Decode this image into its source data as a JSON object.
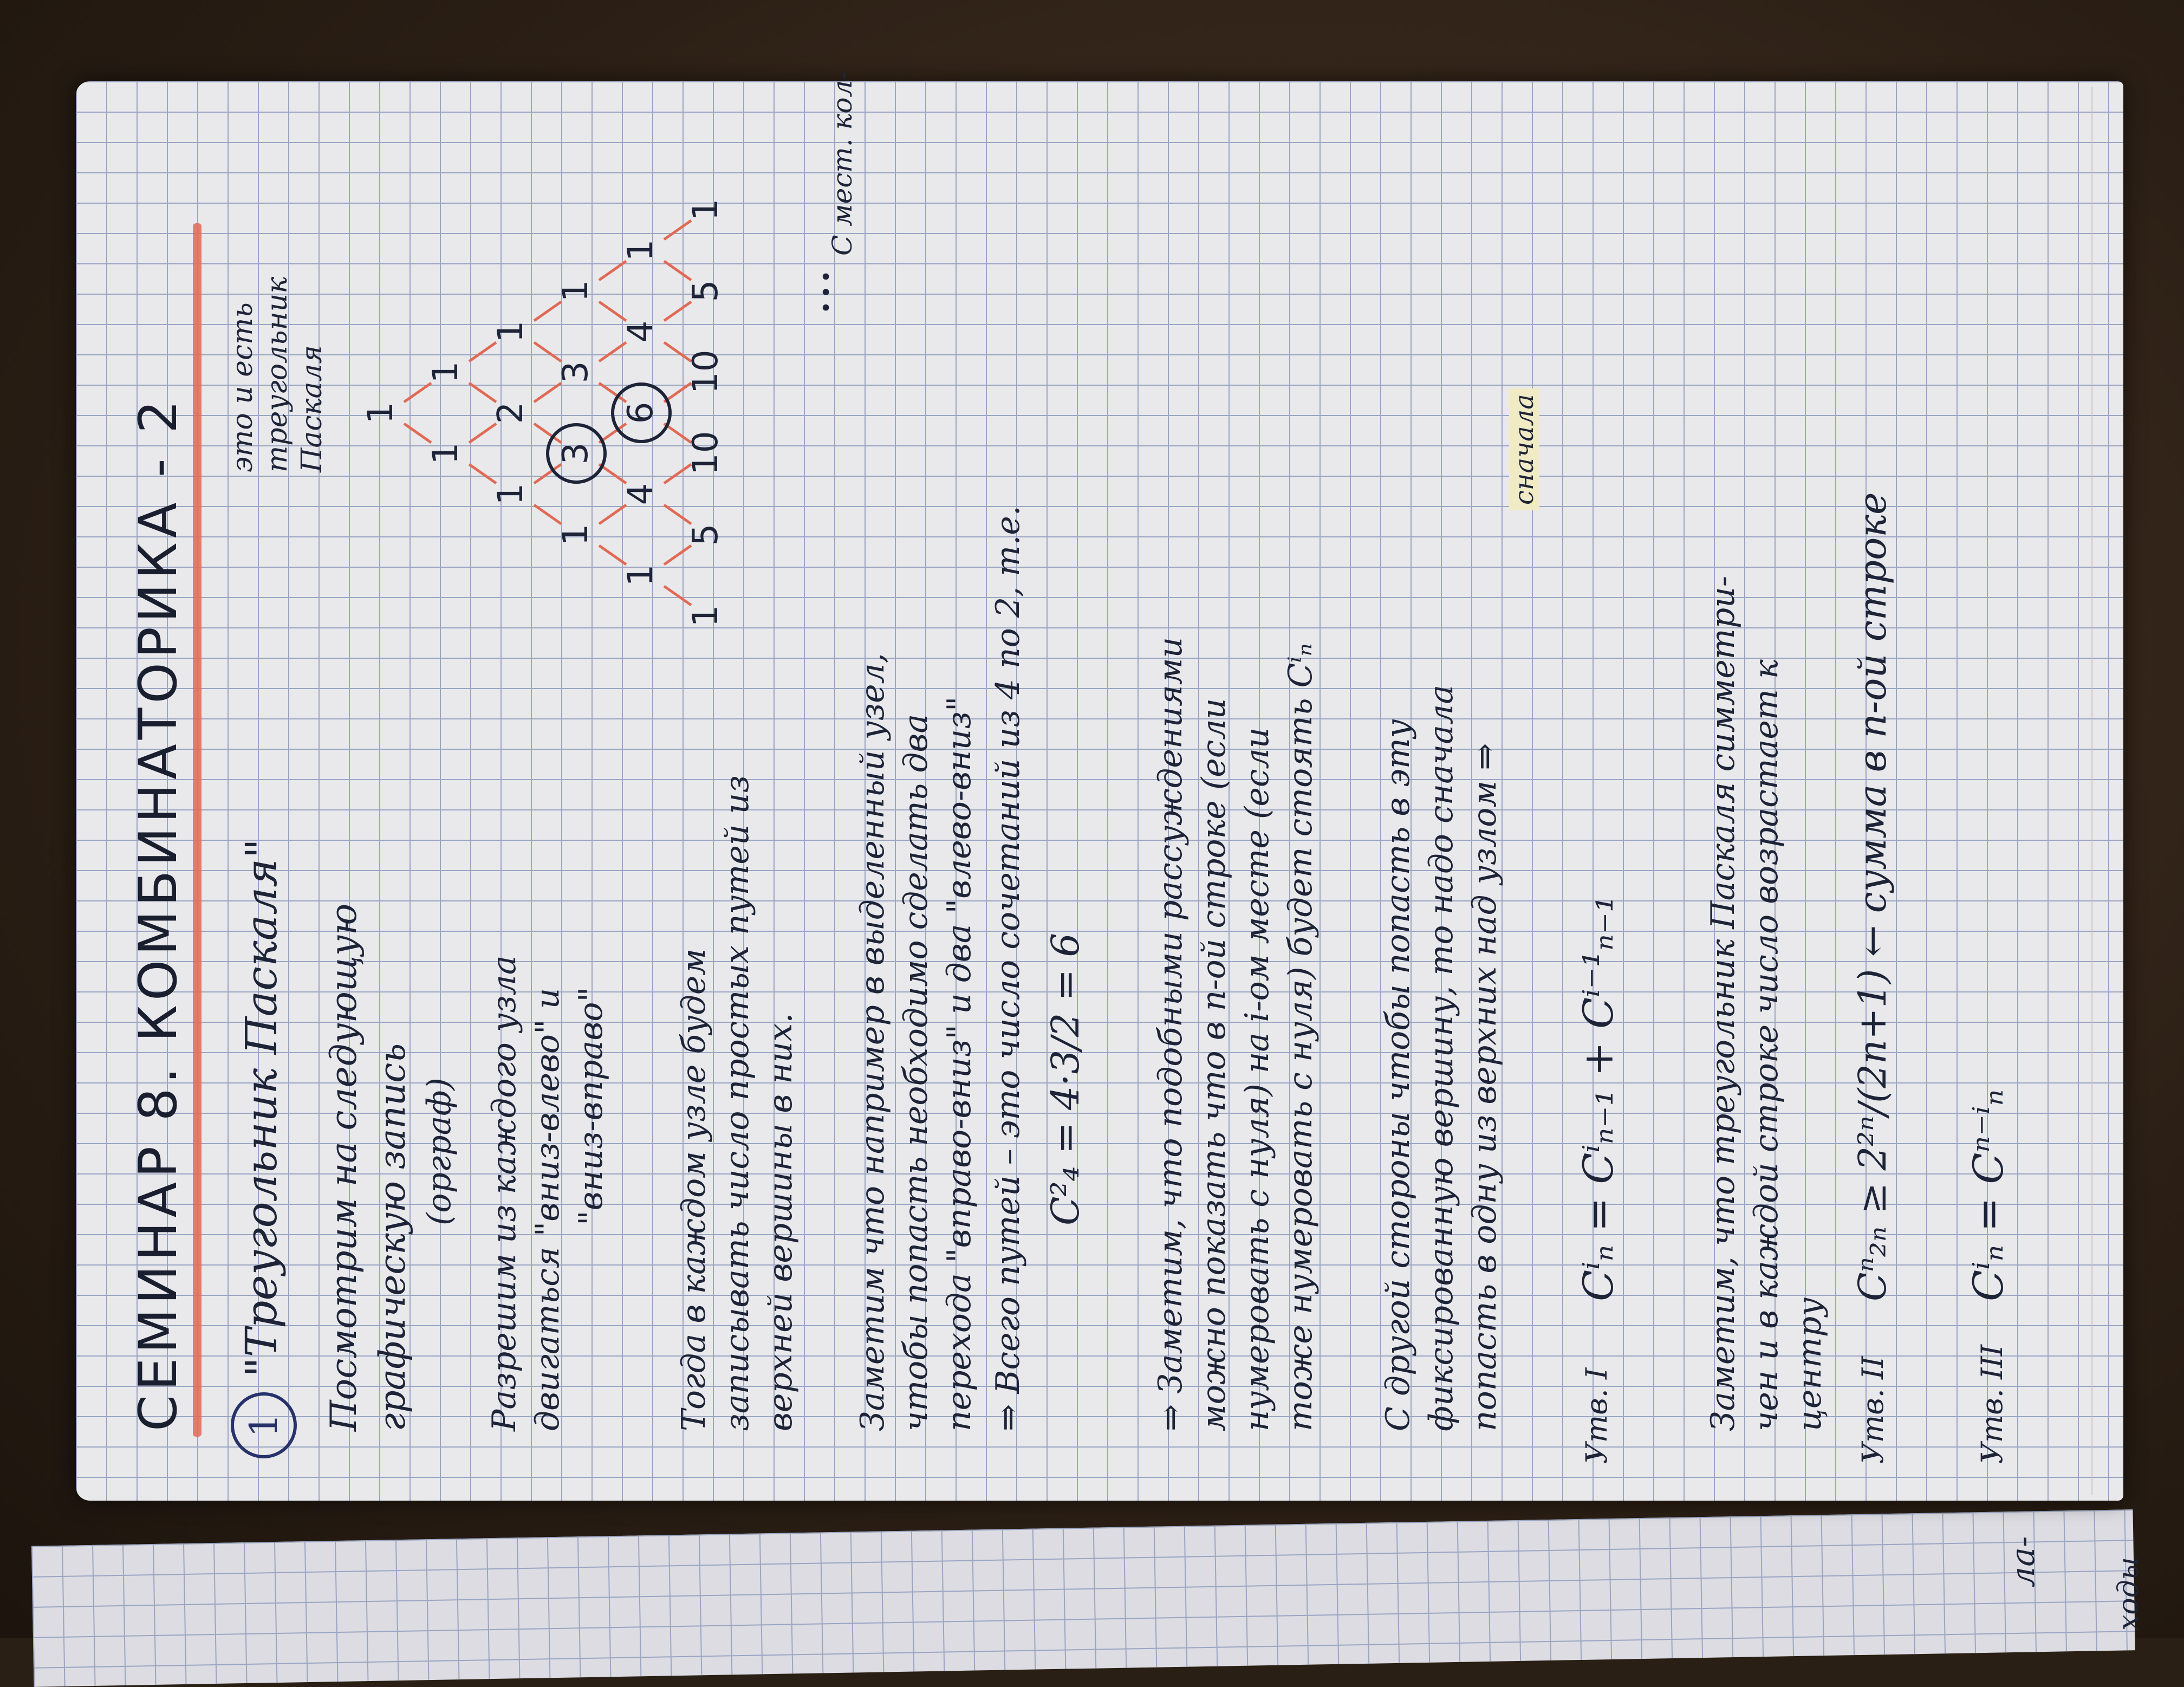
{
  "title": "СЕМИНАР 8. КОМБИНАТОРИКА - 2",
  "section_number": "1",
  "section_heading": "\"Треугольник Паскаля\"",
  "side_note": "это и есть треугольник Паскаля",
  "intro_lines": [
    "Посмотрим на следующую",
    "графическую запись",
    "(орграф)",
    "Разрешим из каждого узла",
    "двигаться \"вниз-влево\" и",
    "\"вниз-вправо\""
  ],
  "triangle_rows": [
    [
      "1"
    ],
    [
      "1",
      "1"
    ],
    [
      "1",
      "2",
      "1"
    ],
    [
      "1",
      "3",
      "3",
      "1"
    ],
    [
      "1",
      "4",
      "6",
      "4",
      "1"
    ],
    [
      "1",
      "5",
      "10",
      "10",
      "5",
      "1"
    ]
  ],
  "triangle_dots": "...",
  "paths_text": [
    "Тогда в каждом узле будем",
    "записывать число простых путей из",
    "верхней вершины в них."
  ],
  "example_text": [
    "Заметим что например в выделенный узел,",
    "чтобы попасть необходимо сделать два",
    "перехода \"вправо-вниз\" и два \"влево-вниз\""
  ],
  "total_text": "⇒ Всего путей – это число сочетаний из 4 по 2, т.е.",
  "formula_c42": "C²₄ = 4·3/2 = 6",
  "note_combinatorics": "С мест. кол-",
  "reasoning_text": [
    "⇒ Заметим, что подобными рассуждениями",
    "можно показать что в n-ой строке (если",
    "нумеровать с нуля) на i-ом месте (если",
    "тоже нумеровать с нуля) будет стоять Cⁱₙ"
  ],
  "other_side_text": [
    "С другой стороны чтобы попасть в эту",
    "фиксированную вершину, то надо сначала",
    "попасть в одну из верхних над узлом ⇒"
  ],
  "highlight_word": "сначала",
  "claim1_label": "Утв. I",
  "claim1_formula": "Cⁱₙ = Cⁱₙ₋₁ + Cⁱ⁻¹ₙ₋₁",
  "symmetry_text": [
    "Заметим, что треугольник Паскаля симметри-",
    "чен и в каждой строке число возрастает к",
    "центру"
  ],
  "claim2_label": "Утв. II",
  "claim2_formula": "Cⁿ₂ₙ ≥ 2²ⁿ/(2n+1) ← сумма в n-ой строке",
  "claim3_label": "Утв. III",
  "claim3_formula": "Cⁱₙ = Cⁿ⁻ⁱₙ",
  "left_page_fragments": [
    "ла-",
    "ходы"
  ]
}
